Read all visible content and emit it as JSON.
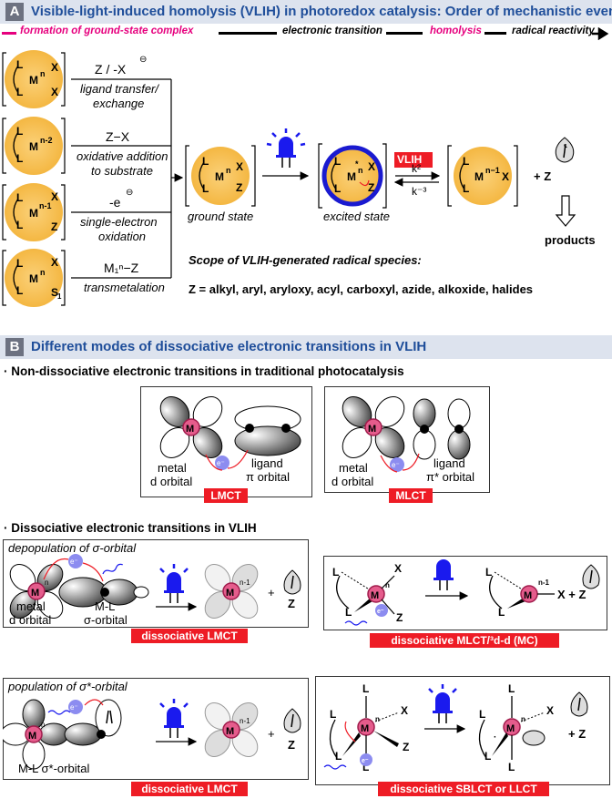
{
  "section_a": {
    "badge": "A",
    "title": "Visible-light-induced homolysis (VLIH) in photoredox catalysis: Order of mechanistic events",
    "timeline": [
      "formation of ground-state complex",
      "electronic transition",
      "homolysis",
      "radical reactivity"
    ],
    "routes": [
      {
        "reagent": "Z / -X",
        "label1": "ligand transfer/",
        "label2": "exchange"
      },
      {
        "reagent": "Z−X",
        "label1": "oxidative addition",
        "label2": "to substrate"
      },
      {
        "reagent": "-e",
        "label1": "single-electron",
        "label2": "oxidation"
      },
      {
        "reagent": "M₁ⁿ−Z",
        "label1": "transmetalation",
        "label2": ""
      }
    ],
    "ground_state": "ground state",
    "excited_state": "excited state",
    "vlih": "VLIH",
    "k2": "k²",
    "k_minus3": "k⁻³",
    "plus_z": "+ Z",
    "products": "products",
    "scope_title": "Scope of VLIH-generated radical species:",
    "scope_list": "Z = alkyl, aryl, aryloxy, acyl, carboxyl, azide, alkoxide, halides"
  },
  "section_b": {
    "badge": "B",
    "title": "Different modes of dissociative electronic transitions in VLIH",
    "nondiss_title": "· Non-dissociative electronic transitions in traditional photocatalysis",
    "lmct": {
      "metal": "metal",
      "metal_orb": "d orbital",
      "ligand": "ligand",
      "ligand_orb": "π orbital",
      "tag": "LMCT"
    },
    "mlct": {
      "metal": "metal",
      "metal_orb": "d orbital",
      "ligand": "ligand",
      "ligand_orb": "π* orbital",
      "tag": "MLCT"
    },
    "diss_title": "· Dissociative electronic transitions in VLIH",
    "panel1": {
      "title": "depopulation of σ-orbital",
      "metal": "metal",
      "metal_orb": "d orbital",
      "ml": "M-L",
      "ml_orb": "σ-orbital",
      "tag": "dissociative LMCT",
      "plus": "+",
      "z": "Z"
    },
    "panel2": {
      "tag": "dissociative MLCT/³d-d (MC)",
      "right": "X + Z"
    },
    "panel3": {
      "title": "population of σ*-orbital",
      "ml": "M-L σ*-orbital",
      "tag": "dissociative LMCT",
      "plus": "+",
      "z": "Z"
    },
    "panel4": {
      "tag": "dissociative SBLCT or LLCT",
      "plus": "+ Z"
    }
  },
  "symbols": {
    "M": "M",
    "L": "L",
    "X": "X",
    "Z": "Z",
    "S": "S",
    "e": "e⁻",
    "n": "n",
    "n1": "n-1",
    "n2": "n-2"
  },
  "colors": {
    "accent_blue": "#1f4e9a",
    "magenta": "#e6007e",
    "gold": "#f7bf52",
    "red": "#ee1c25",
    "led_blue": "#1a1aee",
    "pink_metal": "#e55c8c"
  }
}
